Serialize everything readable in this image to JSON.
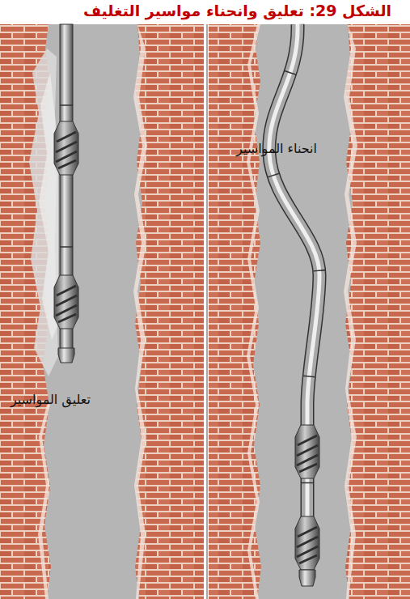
{
  "diagram": {
    "title": "الشكل 29: تعليق وانحناء مواسير التغليف",
    "labels": [
      "انحناء المواسير",
      "تعليق المواسير"
    ]
  }
}
